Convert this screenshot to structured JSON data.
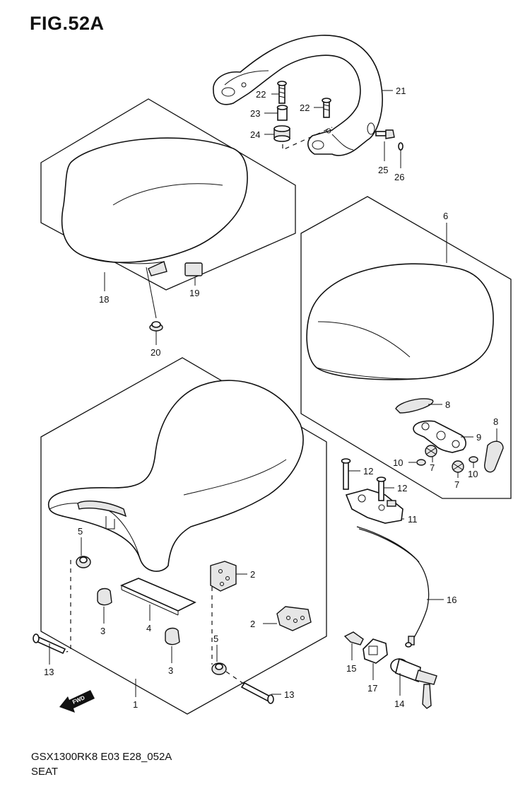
{
  "figure": {
    "title": "FIG.52A",
    "model_code": "GSX1300RK8 E03 E28_052A",
    "section_name": "SEAT"
  },
  "callouts": {
    "c1": "1",
    "c2a": "2",
    "c2b": "2",
    "c3a": "3",
    "c3b": "3",
    "c4": "4",
    "c5a": "5",
    "c5b": "5",
    "c6": "6",
    "c7a": "7",
    "c7b": "7",
    "c8a": "8",
    "c8b": "8",
    "c9": "9",
    "c10a": "10",
    "c10b": "10",
    "c11": "11",
    "c12a": "12",
    "c12b": "12",
    "c13a": "13",
    "c13b": "13",
    "c14": "14",
    "c15": "15",
    "c16": "16",
    "c17": "17",
    "c18": "18",
    "c19": "19",
    "c20": "20",
    "c21": "21",
    "c22a": "22",
    "c22b": "22",
    "c23": "23",
    "c24": "24",
    "c25": "25",
    "c26": "26"
  },
  "fwd_arrow": {
    "text": "FWD"
  }
}
